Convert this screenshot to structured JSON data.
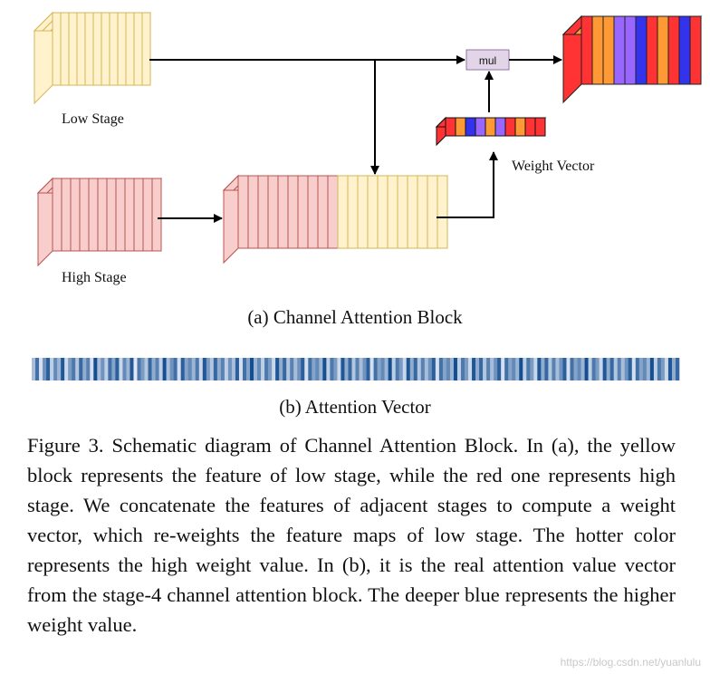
{
  "diagram": {
    "low_stage_label": "Low Stage",
    "high_stage_label": "High Stage",
    "mul_label": "mul",
    "weight_vector_label": "Weight Vector",
    "colors": {
      "yellow_fill": "#fff2cc",
      "yellow_stroke": "#d6b656",
      "pink_fill": "#f8cecc",
      "pink_stroke": "#b85450",
      "mul_fill": "#e1d5e7",
      "mul_stroke": "#9673a6",
      "red": "#ff3333",
      "orange": "#ff9933",
      "blue": "#3333ee",
      "purple": "#9966ff"
    },
    "weight_vector_colors": [
      "red",
      "orange",
      "blue",
      "purple",
      "orange",
      "purple",
      "red",
      "orange",
      "red",
      "red"
    ],
    "output_colors": [
      "orange",
      "orange",
      "purple",
      "purple",
      "blue",
      "red",
      "orange",
      "red",
      "blue",
      "red"
    ]
  },
  "caption_a": "(a)  Channel Attention Block",
  "caption_b": "(b)  Attention Vector",
  "attention_vector": [
    0.3,
    0.75,
    0.1,
    0.55,
    0.85,
    0.2,
    0.6,
    0.35,
    0.9,
    0.15,
    0.5,
    0.7,
    0.25,
    0.8,
    0.4,
    0.65,
    0.1,
    0.95,
    0.3,
    0.55,
    0.2,
    0.75,
    0.45,
    0.85,
    0.15,
    0.6,
    0.35,
    0.9,
    0.05,
    0.7,
    0.5,
    0.25,
    0.8,
    0.4,
    0.65,
    0.2,
    0.95,
    0.3,
    0.55,
    0.75,
    0.1,
    0.85,
    0.45,
    0.6,
    0.35,
    0.7,
    0.15,
    0.9,
    0.5,
    0.25,
    0.8,
    0.4,
    0.65,
    0.2,
    0.55,
    0.3,
    0.85,
    0.1,
    0.75,
    0.45,
    0.95,
    0.35,
    0.6,
    0.2,
    0.7,
    0.5,
    0.15,
    0.9,
    0.4,
    0.8,
    0.25,
    0.65,
    0.3,
    0.55,
    0.85,
    0.1,
    0.75,
    0.45,
    0.6,
    0.35,
    0.95,
    0.2,
    0.7,
    0.5,
    0.15,
    0.9,
    0.4,
    0.8,
    0.25,
    0.65,
    0.3,
    0.55,
    0.85,
    0.1,
    0.75,
    0.45,
    0.6,
    0.35,
    0.95,
    0.2,
    0.7,
    0.5,
    0.15,
    0.9,
    0.4,
    0.8,
    0.25,
    0.65,
    0.3,
    0.55,
    0.85,
    0.1,
    0.75,
    0.45,
    0.6,
    0.35,
    0.95,
    0.2,
    0.7,
    0.5,
    0.15,
    0.9,
    0.4,
    0.8,
    0.25,
    0.65,
    0.3,
    0.55,
    0.85,
    0.1,
    0.75,
    0.45,
    0.6,
    0.35,
    0.95,
    0.2,
    0.7,
    0.5,
    0.15,
    0.9,
    0.4,
    0.8,
    0.25,
    0.65,
    0.3,
    0.55,
    0.85,
    0.1,
    0.75,
    0.45,
    0.6,
    0.35,
    0.95,
    0.2,
    0.7,
    0.5,
    0.15,
    0.9,
    0.4,
    0.8,
    0.25,
    0.65,
    0.3,
    0.55,
    0.85,
    0.1,
    0.75,
    0.45,
    0.6,
    0.35,
    0.95,
    0.2,
    0.7,
    0.5,
    0.15,
    0.9,
    0.4,
    0.8
  ],
  "figure_caption": "Figure 3. Schematic diagram of Channel Attention Block. In (a), the yellow block represents the feature of low stage, while the red one represents high stage. We concatenate the features of adjacent stages to compute a weight vector, which re-weights the feature maps of low stage.  The hotter color represents the high weight value.  In (b), it is the real attention value vector from the stage-4 channel attention block. The deeper blue represents the higher weight value.",
  "watermark": "https://blog.csdn.net/yuanlulu"
}
